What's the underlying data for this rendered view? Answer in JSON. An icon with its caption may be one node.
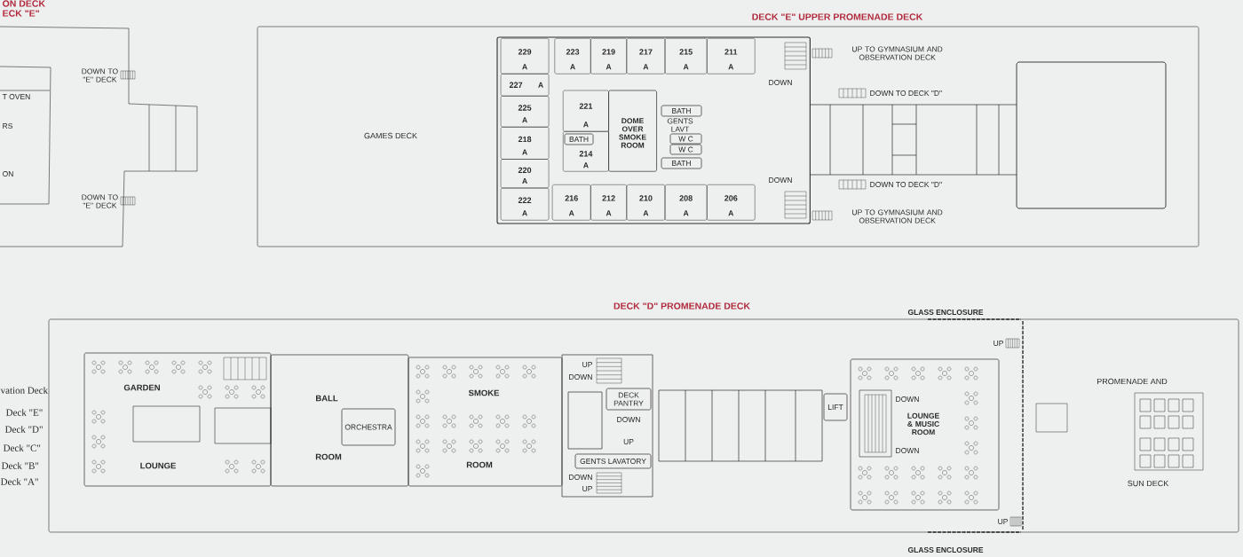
{
  "diagram": {
    "nodes": [
      {
        "text": [
          "DECK \"E\" UPPER PROMENADE DECK",
          "GAMES DECK"
        ]
      },
      {
        "text": [],
        "shape": "box",
        "in": 0
      },
      {
        "text": [
          "229",
          "A"
        ],
        "in": 1
      },
      {
        "text": [
          "223",
          "A"
        ],
        "in": 1
      },
      {
        "text": [
          "219",
          "A"
        ],
        "in": 1
      },
      {
        "text": [
          "217",
          "A"
        ],
        "in": 1
      },
      {
        "text": [
          "215",
          "A"
        ],
        "in": 1
      },
      {
        "text": [
          "211",
          "A"
        ],
        "in": 1
      },
      {
        "text": [
          "227",
          "A"
        ],
        "in": 1
      },
      {
        "text": [
          "225",
          "A"
        ],
        "in": 1
      },
      {
        "text": [
          "218",
          "A"
        ],
        "in": 1
      },
      {
        "text": [
          "220",
          "A"
        ],
        "in": 1
      },
      {
        "text": [
          "222",
          "A"
        ],
        "in": 1
      },
      {
        "text": [
          "216",
          "A"
        ],
        "in": 1
      },
      {
        "text": [
          "212",
          "A"
        ],
        "in": 1
      },
      {
        "text": [
          "210",
          "A"
        ],
        "in": 1
      },
      {
        "text": [
          "208",
          "A"
        ],
        "in": 1
      },
      {
        "text": [
          "206",
          "A"
        ],
        "in": 1
      },
      {
        "text": [
          "221",
          "A"
        ],
        "in": 1
      },
      {
        "text": [
          "214",
          "A"
        ],
        "in": 1
      },
      {
        "text": [
          "DOME OVER SMOKE ROOM"
        ],
        "in": 1
      },
      {
        "text": [
          "BATH"
        ],
        "in": 1
      },
      {
        "text": [
          "W C"
        ],
        "in": 1
      },
      {
        "text": [
          "W C"
        ],
        "in": 1
      },
      {
        "text": [
          "BATH"
        ],
        "in": 1
      },
      {
        "text": [
          "BATH"
        ],
        "in": 19
      },
      {
        "text": [
          "DECK \"D\" PROMENADE DECK"
        ]
      },
      {
        "text": [
          "GARDEN",
          "LOUNGE"
        ],
        "in": 26
      },
      {
        "text": [
          "BALL",
          "ROOM"
        ],
        "in": 26
      },
      {
        "text": [
          "ORCHESTRA"
        ],
        "in": 28
      },
      {
        "text": [
          "SMOKE",
          "ROOM"
        ],
        "in": 26
      },
      {
        "text": [
          "DECK PANTRY"
        ],
        "in": 26
      },
      {
        "text": [
          "GENTS LAVATORY"
        ],
        "in": 26
      },
      {
        "text": [
          "LOUNGE & MUSIC ROOM"
        ],
        "in": 26
      },
      {
        "text": [
          "LIFT"
        ],
        "in": 26
      },
      {
        "text": [
          "PROMENADE AND",
          "SUN DECK"
        ],
        "in": 26
      }
    ],
    "labels": [
      "ON DECK",
      "ECK \"E\"",
      "DOWN TO \"E\" DECK",
      "T OVEN",
      "RS",
      "ON",
      "DOWN TO \"E\" DECK",
      "DOWN",
      "DOWN",
      "GENTS LAVT",
      "UP TO GYMNASIUM AND OBSERVATION DECK",
      "DOWN TO DECK \"D\"",
      "DOWN TO DECK \"D\"",
      "UP TO GYMNASIUM AND OBSERVATION DECK",
      "vation Deck",
      "Deck \"E\"",
      "Deck \"D\"",
      "Deck \"C\"",
      "Deck \"B\"",
      "Deck \"A\"",
      "UP",
      "DOWN",
      "DOWN",
      "UP",
      "DOWN",
      "UP",
      "DOWN",
      "DOWN",
      "GLASS ENCLOSURE",
      "GLASS ENCLOSURE",
      "UP",
      "UP"
    ]
  }
}
